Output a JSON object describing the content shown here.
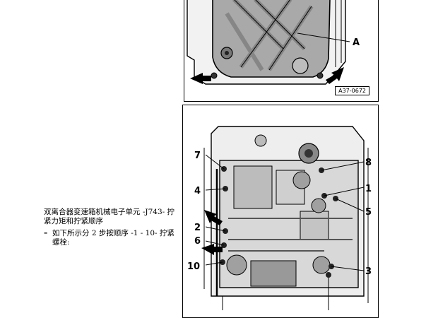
{
  "caption": {
    "title": "双离合器变速箱机械电子单元 -J743- 拧紧力矩和拧紧顺序",
    "step_marker": "–",
    "step_text": "如下所示分 2 步按顺序 -1 - 10- 拧紧螺栓:"
  },
  "figure_top": {
    "id": "A37-0672",
    "callout_a": "A"
  },
  "figure_bottom": {
    "labels": [
      "1",
      "2",
      "3",
      "4",
      "5",
      "6",
      "7",
      "8",
      "10"
    ]
  }
}
